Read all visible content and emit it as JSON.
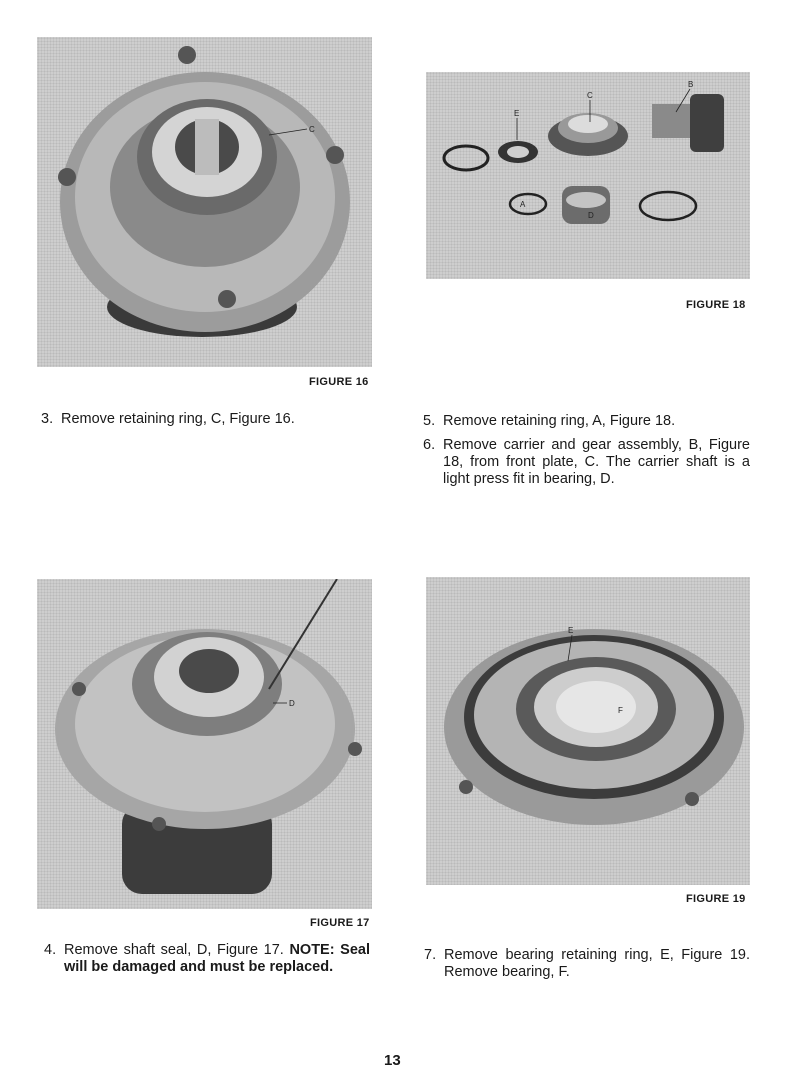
{
  "figures": {
    "fig16": {
      "caption": "FIGURE 16",
      "labels": {
        "c": "C"
      }
    },
    "fig17": {
      "caption": "FIGURE 17",
      "labels": {
        "d": "D"
      }
    },
    "fig18": {
      "caption": "FIGURE 18",
      "labels": {
        "a": "A",
        "b": "B",
        "c": "C",
        "d": "D",
        "e": "E"
      }
    },
    "fig19": {
      "caption": "FIGURE 19",
      "labels": {
        "e": "E",
        "f": "F"
      }
    }
  },
  "steps": {
    "s3": {
      "num": "3.",
      "text": "Remove retaining ring, C, Figure 16."
    },
    "s4": {
      "num": "4.",
      "text": "Remove shaft seal, D, Figure 17.",
      "note": "NOTE: Seal will be damaged and must be replaced."
    },
    "s5": {
      "num": "5.",
      "text": "Remove retaining ring, A, Figure 18."
    },
    "s6": {
      "num": "6.",
      "text": "Remove carrier and gear assembly, B, Figure 18, from front plate, C. The carrier shaft is a light press fit in bearing, D."
    },
    "s7": {
      "num": "7.",
      "text": "Remove bearing retaining ring, E, Figure 19. Remove bearing, F."
    }
  },
  "page_number": "13"
}
